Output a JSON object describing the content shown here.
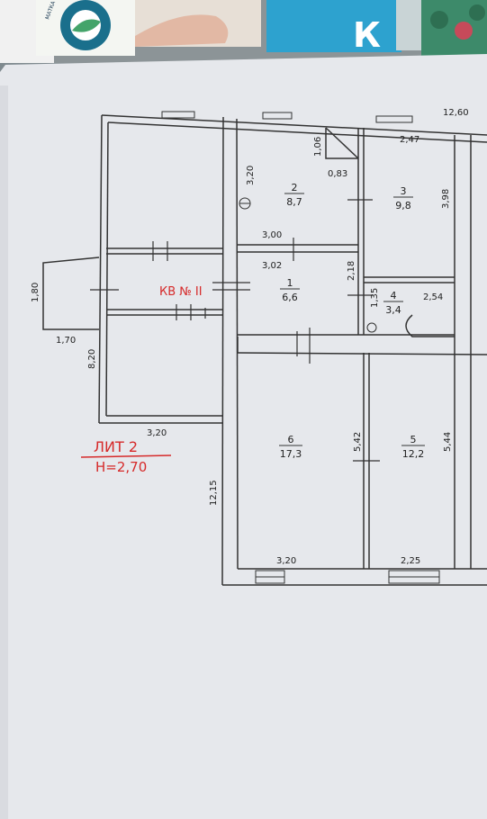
{
  "top_package": {
    "brand_text": "К",
    "small_text": "МАТКА И ПОКРЫТИЯ"
  },
  "plan": {
    "overall_width": "12,60",
    "litera_label": "ЛИТ 2",
    "height_label": "Н=2,70",
    "kv_label": "КВ № II",
    "rooms": [
      {
        "number": "1",
        "area": "6,6"
      },
      {
        "number": "2",
        "area": "8,7"
      },
      {
        "number": "3",
        "area": "9,8"
      },
      {
        "number": "4",
        "area": "3,4"
      },
      {
        "number": "5",
        "area": "12,2"
      },
      {
        "number": "6",
        "area": "17,3"
      }
    ],
    "dims": {
      "d_320_top": "3,20",
      "d_106": "1,06",
      "d_083": "0,83",
      "d_247": "2,47",
      "d_398": "3,98",
      "d_300": "3,00",
      "d_302": "3,02",
      "d_218": "2,18",
      "d_135": "1,35",
      "d_254": "2,54",
      "d_180": "1,80",
      "d_170": "1,70",
      "d_820": "8,20",
      "d_320_mid": "3,20",
      "d_542": "5,42",
      "d_544": "5,44",
      "d_1215": "12,15",
      "d_320_bottom": "3,20",
      "d_225": "2,25"
    }
  },
  "colors": {
    "paper": "#e6e8ec",
    "line": "#333333",
    "annotation_red": "#d62a2a",
    "background": "#7f8a8f"
  }
}
